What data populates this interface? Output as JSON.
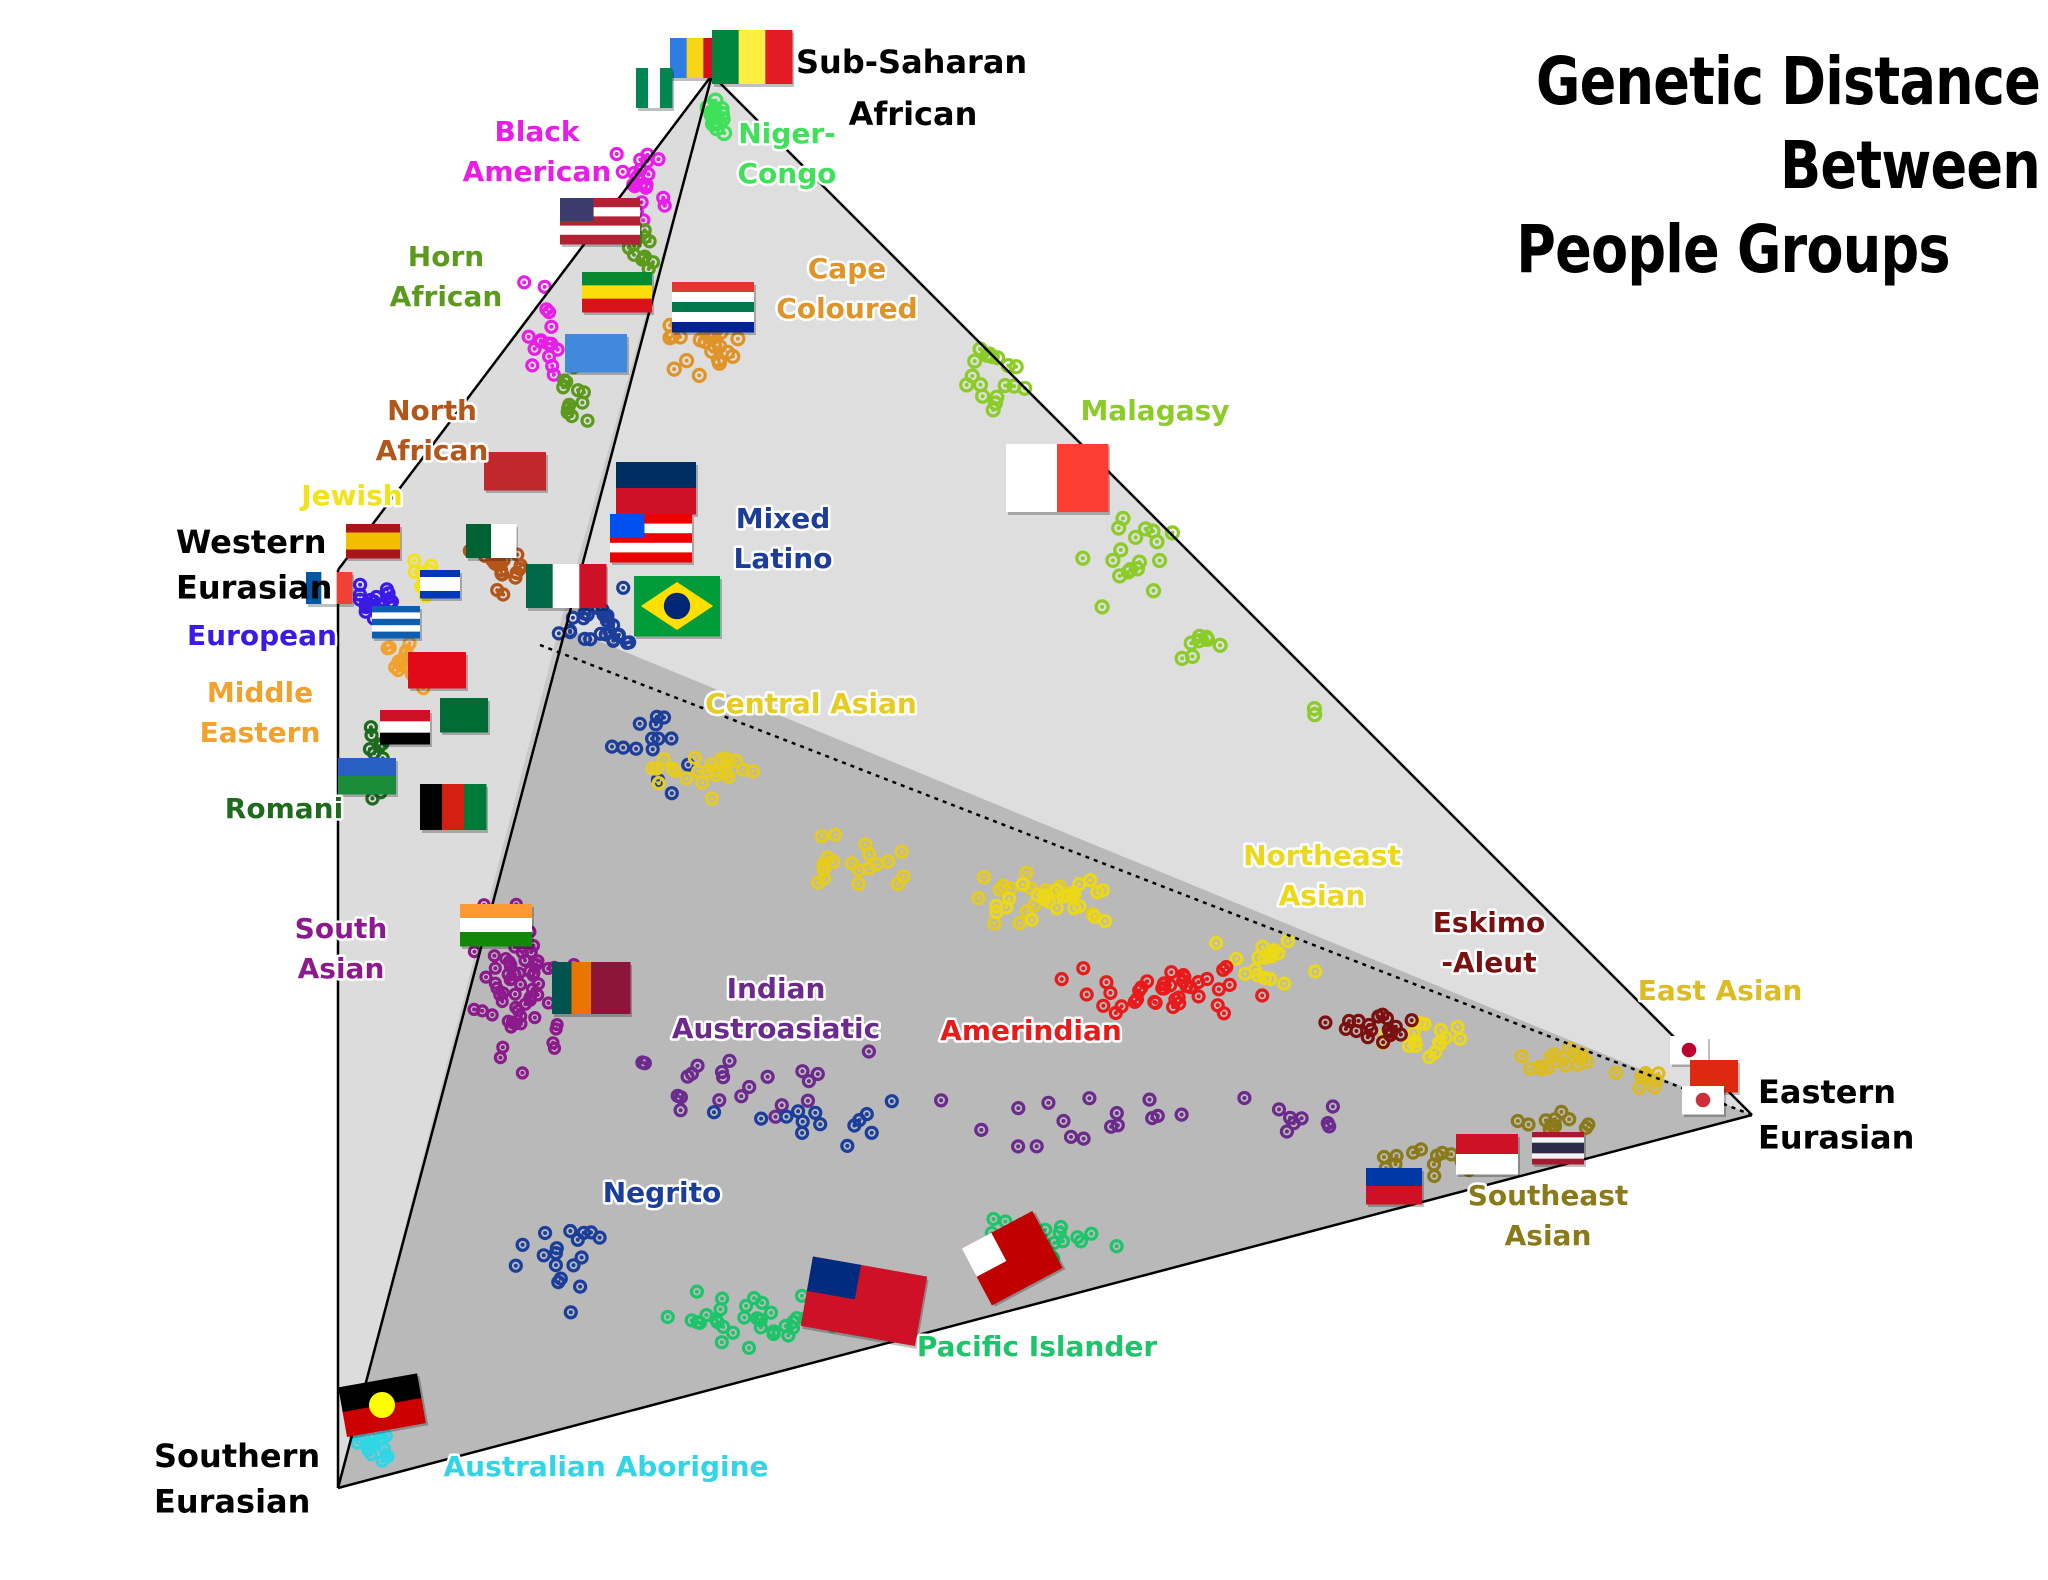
{
  "title_line1": "Genetic Distance Between",
  "title_line2": "People Groups",
  "chart_data": {
    "type": "scatter",
    "subtype": "ternary-tetrahedron projection",
    "title": "Genetic Distance Between People Groups",
    "vertices": [
      {
        "key": "SSA",
        "label": [
          "Sub-Saharan",
          "African"
        ]
      },
      {
        "key": "WE",
        "label": [
          "Western",
          "Eurasian"
        ]
      },
      {
        "key": "SE",
        "label": [
          "Southern",
          "Eurasian"
        ]
      },
      {
        "key": "EE",
        "label": [
          "Eastern",
          "Eurasian"
        ]
      }
    ],
    "groups": [
      {
        "name": "Niger-Congo",
        "label": [
          "Niger-",
          "Congo"
        ],
        "color": "#3fe05a",
        "flags": [
          "Democratic Republic of the Congo",
          "Senegal",
          "Nigeria"
        ]
      },
      {
        "name": "Black American",
        "label": [
          "Black",
          "American"
        ],
        "color": "#e81ee8",
        "flags": [
          "United States"
        ]
      },
      {
        "name": "Horn African",
        "label": [
          "Horn",
          "African"
        ],
        "color": "#5c9a1e",
        "flags": [
          "Ethiopia",
          "Somalia"
        ]
      },
      {
        "name": "Cape Coloured",
        "label": [
          "Cape",
          "Coloured"
        ],
        "color": "#e09428",
        "flags": [
          "South Africa"
        ]
      },
      {
        "name": "North African",
        "label": [
          "North",
          "African"
        ],
        "color": "#b4561a",
        "flags": [
          "Morocco",
          "Algeria"
        ]
      },
      {
        "name": "Malagasy",
        "label": [
          "Malagasy"
        ],
        "color": "#8ccc28",
        "flags": [
          "Madagascar"
        ]
      },
      {
        "name": "Jewish",
        "label": [
          "Jewish"
        ],
        "color": "#f2e21a",
        "flags": [
          "Israel"
        ]
      },
      {
        "name": "European",
        "label": [
          "European"
        ],
        "color": "#3a1ae6",
        "flags": [
          "Spain",
          "France",
          "Greece"
        ]
      },
      {
        "name": "Mixed Latino",
        "label": [
          "Mixed",
          "Latino"
        ],
        "color": "#1c3e9a",
        "flags": [
          "Dominican Republic",
          "Puerto Rico",
          "Mexico",
          "Brazil"
        ]
      },
      {
        "name": "Middle Eastern",
        "label": [
          "Middle",
          "Eastern"
        ],
        "color": "#f0a22c",
        "flags": [
          "Turkey",
          "Syria",
          "Saudi Arabia"
        ]
      },
      {
        "name": "Central Asian",
        "label": [
          "Central Asian"
        ],
        "color": "#e6cc20",
        "flags": [
          "Afghanistan"
        ]
      },
      {
        "name": "Romani",
        "label": [
          "Romani"
        ],
        "color": "#1e6b1e",
        "flags": [
          "Romani"
        ]
      },
      {
        "name": "South Asian",
        "label": [
          "South",
          "Asian"
        ],
        "color": "#8c1a8c",
        "flags": [
          "India",
          "Sri Lanka"
        ]
      },
      {
        "name": "Indian Austroasiatic",
        "label": [
          "Indian",
          "Austroasiatic"
        ],
        "color": "#6b2a8c",
        "flags": []
      },
      {
        "name": "Northeast Asian",
        "label": [
          "Northeast",
          "Asian"
        ],
        "color": "#ecd81a",
        "flags": []
      },
      {
        "name": "Eskimo-Aleut",
        "label": [
          "Eskimo",
          "-Aleut"
        ],
        "color": "#7a1010",
        "flags": []
      },
      {
        "name": "Amerindian",
        "label": [
          "Amerindian"
        ],
        "color": "#e81a1a",
        "flags": []
      },
      {
        "name": "East Asian",
        "label": [
          "East Asian"
        ],
        "color": "#dcbc20",
        "flags": [
          "Japan",
          "China",
          "South Korea"
        ]
      },
      {
        "name": "Negrito",
        "label": [
          "Negrito"
        ],
        "color": "#1a3e9a",
        "flags": []
      },
      {
        "name": "Southeast Asian",
        "label": [
          "Southeast",
          "Asian"
        ],
        "color": "#8a7a1a",
        "flags": [
          "Indonesia",
          "Thailand",
          "Philippines"
        ]
      },
      {
        "name": "Pacific Islander",
        "label": [
          "Pacific Islander"
        ],
        "color": "#1ec46a",
        "flags": [
          "Samoa",
          "Tonga"
        ]
      },
      {
        "name": "Australian Aborigine",
        "label": [
          "Australian Aborigine"
        ],
        "color": "#30d6e6",
        "flags": [
          "Aboriginal Australian"
        ]
      }
    ],
    "grid": false,
    "legend": "none (labels placed beside clusters)"
  }
}
